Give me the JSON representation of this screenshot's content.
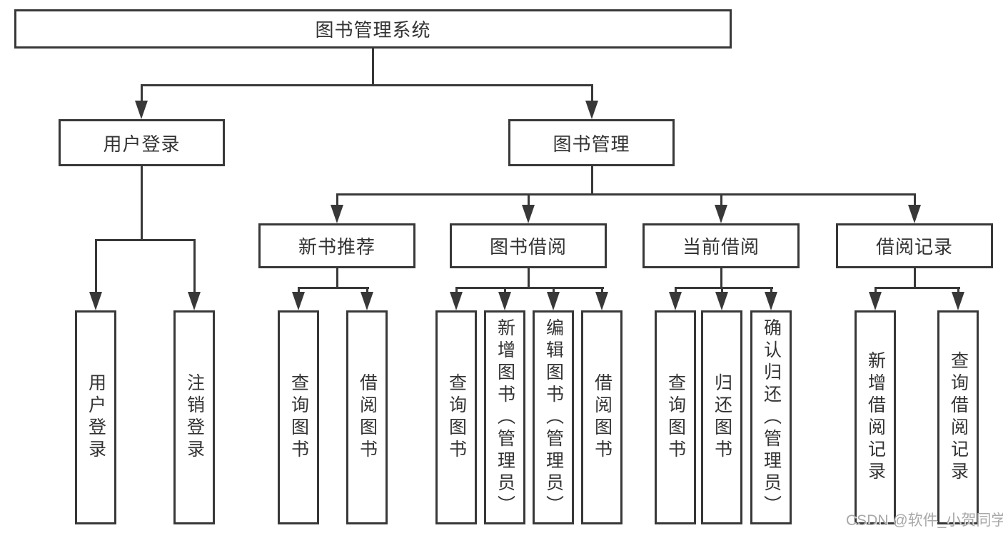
{
  "tree": {
    "root": {
      "label": "图书管理系统"
    },
    "branches": [
      {
        "label": "用户登录",
        "children": [
          {
            "label": "用户登录"
          },
          {
            "label": "注销登录"
          }
        ]
      },
      {
        "label": "图书管理",
        "sections": [
          {
            "label": "新书推荐",
            "children": [
              {
                "label": "查询图书"
              },
              {
                "label": "借阅图书"
              }
            ]
          },
          {
            "label": "图书借阅",
            "children": [
              {
                "label": "查询图书"
              },
              {
                "label": "新增图书（管理员）"
              },
              {
                "label": "编辑图书（管理员）"
              },
              {
                "label": "借阅图书"
              }
            ]
          },
          {
            "label": "当前借阅",
            "children": [
              {
                "label": "查询图书"
              },
              {
                "label": "归还图书"
              },
              {
                "label": "确认归还（管理员）"
              }
            ]
          },
          {
            "label": "借阅记录",
            "children": [
              {
                "label": "新增借阅记录"
              },
              {
                "label": "查询借阅记录"
              }
            ]
          }
        ]
      }
    ]
  },
  "watermark": {
    "text": "CSDN @软件_小贺同学"
  },
  "colors": {
    "line": "#383838",
    "text": "#333333",
    "background": "#ffffff",
    "watermark": "#a8a8a8"
  }
}
